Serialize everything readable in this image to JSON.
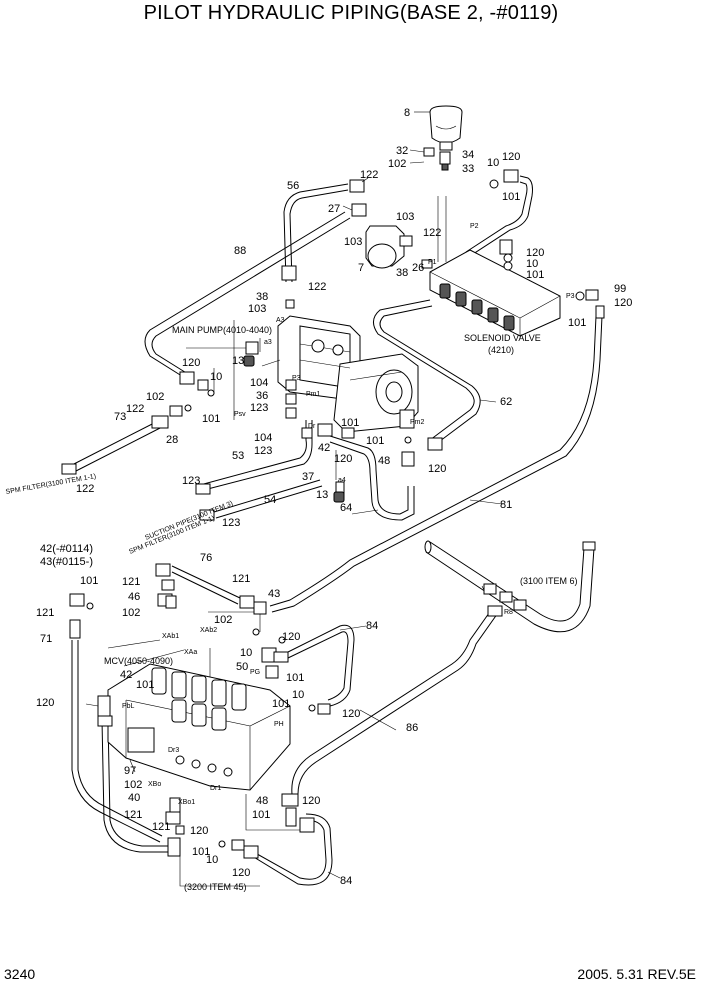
{
  "header": {
    "title": "PILOT HYDRAULIC PIPING(BASE 2, -#0119)"
  },
  "footer": {
    "page_number": "3240",
    "date_revision": "2005. 5.31  REV.5E"
  },
  "callouts": {
    "c8": "8",
    "c32": "32",
    "c34": "34",
    "c102a": "102",
    "c33": "33",
    "c10a": "10",
    "c120a": "120",
    "c101a": "101",
    "c56": "56",
    "c122a": "122",
    "c27": "27",
    "c103a": "103",
    "c103b": "103",
    "c122b": "122",
    "c7": "7",
    "c38a": "38",
    "c26": "26",
    "c88": "88",
    "c120b": "120",
    "c10b": "10",
    "c101b": "101",
    "c99": "99",
    "c120c": "120",
    "c101c": "101",
    "c38b": "38",
    "c122c": "122",
    "c103c": "103",
    "c13a": "13",
    "c120d": "120",
    "c10c": "10",
    "c101d": "101",
    "c102b": "102",
    "c122d": "122",
    "c73": "73",
    "c28": "28",
    "c104a": "104",
    "c36": "36",
    "c123a": "123",
    "c62": "62",
    "c101e": "101",
    "c101f": "101",
    "c104b": "104",
    "c123b": "123",
    "c42a": "42",
    "c53": "53",
    "c120e": "120",
    "c48a": "48",
    "c120f": "120",
    "c37": "37",
    "c122e": "122",
    "c123c": "123",
    "c54": "54",
    "c13b": "13",
    "c81": "81",
    "c64": "64",
    "c123d": "123",
    "c42b": "42(-#0114)",
    "c43a": "43(#0115-)",
    "c101g": "101",
    "c76": "76",
    "c121a": "121",
    "c121b": "121",
    "c46": "46",
    "c43b": "43",
    "c121c": "121",
    "c102c": "102",
    "c71": "71",
    "c102d": "102",
    "c84a": "84",
    "c120g": "120",
    "c10d": "10",
    "c50": "50",
    "c101h": "101",
    "c42c": "42",
    "c101i": "101",
    "c120h": "120",
    "c101j": "101",
    "c10e": "10",
    "c120i": "120",
    "c86": "86",
    "c97": "97",
    "c102e": "102",
    "c40": "40",
    "c121d": "121",
    "c121e": "121",
    "c120j": "120",
    "c48b": "48",
    "c120k": "120",
    "c101k": "101",
    "c101l": "101",
    "c10f": "10",
    "c120l": "120",
    "c84b": "84"
  },
  "component_labels": {
    "main_pump": "MAIN PUMP(4010-4040)",
    "solenoid_valve": "SOLENOID VALVE",
    "solenoid_valve_ref": "(4210)",
    "mcv": "MCV(4050-4090)",
    "ref_3100": "(3100 ITEM 6)",
    "ref_3200": "(3200 ITEM 45)"
  },
  "port_labels": {
    "a3": "A3",
    "a3s": "a3",
    "psv": "Psv",
    "p3": "P3",
    "a4": "a4",
    "pm1": "Pm1",
    "pm2": "Pm2",
    "dr": "Dr",
    "p1": "P1",
    "p2": "P2",
    "p3b": "P3",
    "xab1": "XAb1",
    "xab2": "XAb2",
    "xaa": "XAa",
    "pbl": "PbL",
    "pg": "PG",
    "ph": "PH",
    "dr3": "Dr3",
    "dr1": "Dr1",
    "xbo": "XBo",
    "xbo1": "XBo1",
    "r8": "R8"
  },
  "notes": {
    "suction": "SUCTION PIPE(3100 ITEM 3)",
    "spm": "SPM FILTER(3100 ITEM 1-1)",
    "spm_left": "SPM FILTER(3100 ITEM 1-1)"
  }
}
